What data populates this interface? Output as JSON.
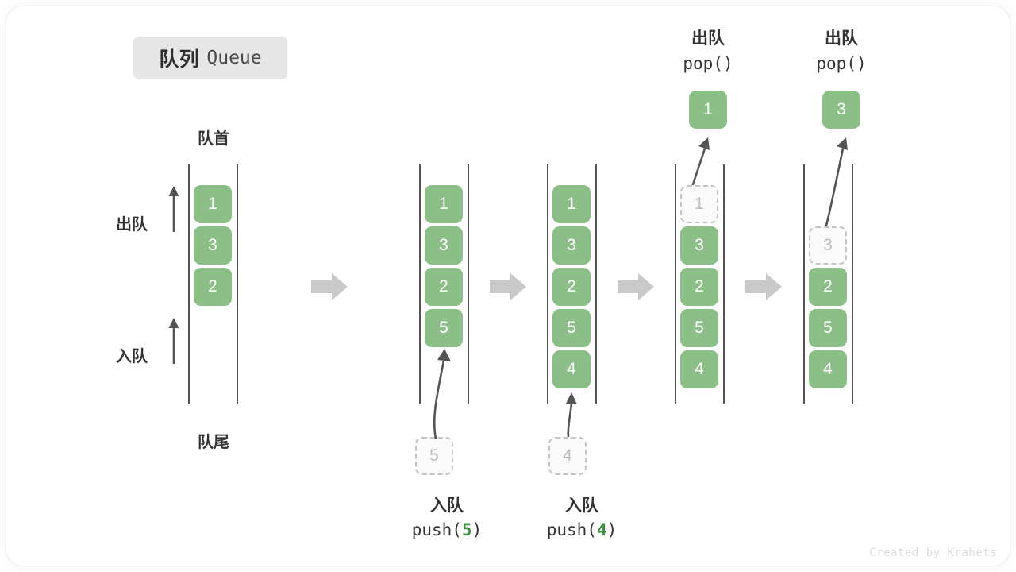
{
  "title": {
    "cn": "队列",
    "en": "Queue"
  },
  "labels": {
    "front": "队首",
    "rear": "队尾",
    "dequeue": "出队",
    "enqueue": "入队"
  },
  "credit": "Created by Krahets",
  "colors": {
    "cell_fill": "#8cbf88",
    "cell_text": "#ffffff",
    "ghost_fill": "#fafafa",
    "ghost_border": "#c4c4c4",
    "ghost_text": "#bdbdbd",
    "rail": "#545454",
    "block_arrow": "#c9c9c9",
    "chip_bg": "#e6e6e6",
    "text": "#333333",
    "highlight": "#3f9142",
    "credit": "#dcdcdc"
  },
  "stages": [
    {
      "id": "stage-initial",
      "cells": [
        "1",
        "3",
        "2"
      ],
      "ghost_index": -1,
      "top_op": null,
      "top_call": null,
      "popped_value": null,
      "bottom_op": null,
      "bottom_call": null,
      "bottom_call_arg": null,
      "incoming_value": null
    },
    {
      "id": "stage-push-5",
      "cells": [
        "1",
        "3",
        "2",
        "5"
      ],
      "ghost_index": -1,
      "top_op": null,
      "top_call": null,
      "popped_value": null,
      "bottom_op": "入队",
      "bottom_call": "push(5)",
      "bottom_call_arg": "5",
      "incoming_value": "5"
    },
    {
      "id": "stage-push-4",
      "cells": [
        "1",
        "3",
        "2",
        "5",
        "4"
      ],
      "ghost_index": -1,
      "top_op": null,
      "top_call": null,
      "popped_value": null,
      "bottom_op": "入队",
      "bottom_call": "push(4)",
      "bottom_call_arg": "4",
      "incoming_value": "4"
    },
    {
      "id": "stage-pop-1",
      "cells": [
        "1",
        "3",
        "2",
        "5",
        "4"
      ],
      "ghost_index": 0,
      "top_op": "出队",
      "top_call": "pop()",
      "popped_value": "1",
      "bottom_op": null,
      "bottom_call": null,
      "bottom_call_arg": null,
      "incoming_value": null
    },
    {
      "id": "stage-pop-3",
      "cells": [
        "",
        "3",
        "2",
        "5",
        "4"
      ],
      "ghost_index": 1,
      "top_op": "出队",
      "top_call": "pop()",
      "popped_value": "3",
      "bottom_op": null,
      "bottom_call": null,
      "bottom_call_arg": null,
      "incoming_value": null
    }
  ],
  "stage_cells": {
    "s0": [
      "1",
      "3",
      "2"
    ],
    "s1": [
      "1",
      "3",
      "2",
      "5"
    ],
    "s2": [
      "1",
      "3",
      "2",
      "5",
      "4"
    ],
    "s3": [
      "1",
      "3",
      "2",
      "5",
      "4"
    ],
    "s4": [
      "3",
      "2",
      "5",
      "4"
    ]
  },
  "texts": {
    "pop_cn_a": "出队",
    "pop_call_a": "pop()",
    "pop_cn_b": "出队",
    "pop_call_b": "pop()",
    "push_cn_a": "入队",
    "push_call_a_pre": "push(",
    "push_call_a_arg": "5",
    "push_call_a_post": ")",
    "push_cn_b": "入队",
    "push_call_b_pre": "push(",
    "push_call_b_arg": "4",
    "push_call_b_post": ")",
    "popped_a": "1",
    "popped_b": "3",
    "ghost_a": "1",
    "ghost_b": "3",
    "incoming_a": "5",
    "incoming_b": "4",
    "c0_0": "1",
    "c0_1": "3",
    "c0_2": "2",
    "c1_0": "1",
    "c1_1": "3",
    "c1_2": "2",
    "c1_3": "5",
    "c2_0": "1",
    "c2_1": "3",
    "c2_2": "2",
    "c2_3": "5",
    "c2_4": "4",
    "c3_1": "3",
    "c3_2": "2",
    "c3_3": "5",
    "c3_4": "4",
    "c4_2": "2",
    "c4_3": "5",
    "c4_4": "4"
  }
}
